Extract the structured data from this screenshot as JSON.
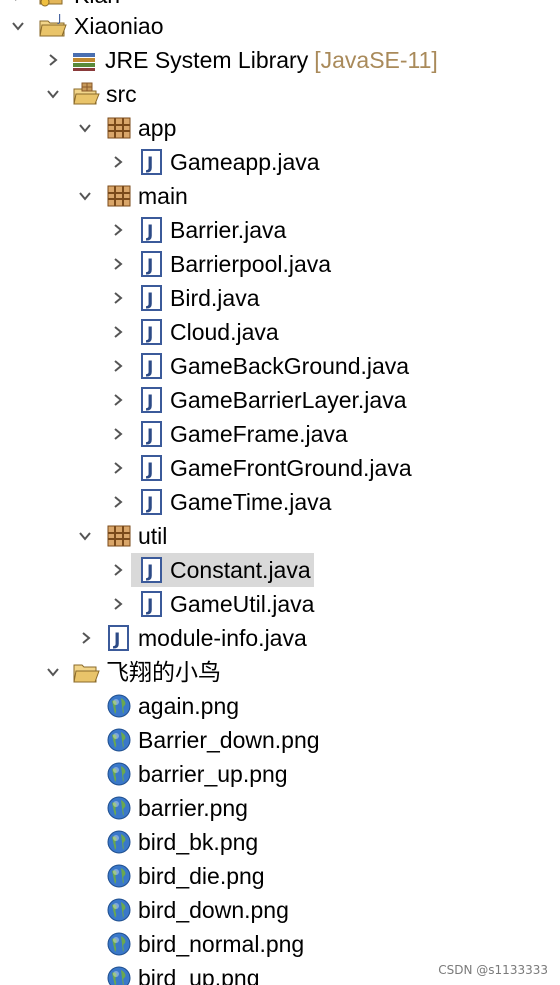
{
  "tree": {
    "top_partial_label": "Kiah",
    "project": {
      "label": "Xiaoniao"
    },
    "jre": {
      "label": "JRE System Library",
      "decoration": "[JavaSE-11]"
    },
    "src": {
      "label": "src"
    },
    "pkg_app": {
      "label": "app"
    },
    "app_files": [
      "Gameapp.java"
    ],
    "pkg_main": {
      "label": "main"
    },
    "main_files": [
      "Barrier.java",
      "Barrierpool.java",
      "Bird.java",
      "Cloud.java",
      "GameBackGround.java",
      "GameBarrierLayer.java",
      "GameFrame.java",
      "GameFrontGround.java",
      "GameTime.java"
    ],
    "pkg_util": {
      "label": "util"
    },
    "util_files": [
      "Constant.java",
      "GameUtil.java"
    ],
    "module_info": {
      "label": "module-info.java"
    },
    "images_folder": {
      "label": "飞翔的小鸟"
    },
    "image_files": [
      "again.png",
      "Barrier_down.png",
      "barrier_up.png",
      "barrier.png",
      "bird_bk.png",
      "bird_die.png",
      "bird_down.png",
      "bird_normal.png",
      "bird_up.png"
    ],
    "selected_item": "Constant.java"
  },
  "watermark": "CSDN @s1133333",
  "colors": {
    "selection": "#d9d9d9",
    "decoration": "#a98a5a",
    "java_icon_border": "#3b5a9a",
    "package_icon": "#a0623a",
    "folder_icon": "#e3b65a",
    "globe_icon": "#3a78c9"
  }
}
